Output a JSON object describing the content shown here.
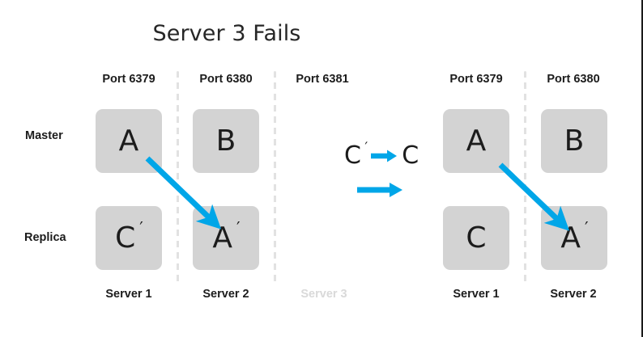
{
  "slide": {
    "title": "Server 3 Fails",
    "accent_color": "#00A6E8",
    "node_fill": "#d3d3d3",
    "text_color": "#1c1c1c",
    "faded_color": "#d9d9d9",
    "divider_color": "#e2e2e2"
  },
  "row_labels": {
    "master": "Master",
    "replica": "Replica"
  },
  "left_group": {
    "columns": [
      {
        "port": "Port 6379",
        "server": "Server 1",
        "faded": false,
        "master": "A",
        "master_prime": "",
        "replica": "C",
        "replica_prime": " ′"
      },
      {
        "port": "Port 6380",
        "server": "Server 2",
        "faded": false,
        "master": "B",
        "master_prime": "",
        "replica": "A",
        "replica_prime": " ′"
      },
      {
        "port": "Port 6381",
        "server": "Server 3",
        "faded": true,
        "master": "",
        "master_prime": "",
        "replica": "",
        "replica_prime": ""
      }
    ]
  },
  "legend": {
    "from_label": "C",
    "from_prime": " ′",
    "to_label": "C",
    "arrow_icon": "right-arrow-icon",
    "standalone_arrow_icon": "right-arrow-icon"
  },
  "right_group": {
    "columns": [
      {
        "port": "Port 6379",
        "server": "Server 1",
        "faded": false,
        "master": "A",
        "master_prime": "",
        "replica": "C",
        "replica_prime": ""
      },
      {
        "port": "Port 6380",
        "server": "Server 2",
        "faded": false,
        "master": "B",
        "master_prime": "",
        "replica": "A",
        "replica_prime": " ′"
      }
    ]
  }
}
